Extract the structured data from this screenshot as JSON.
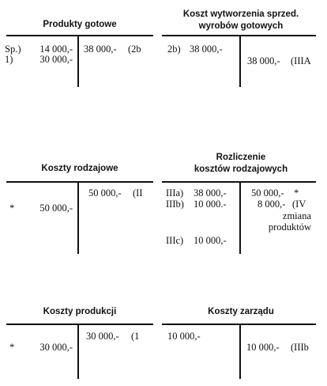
{
  "accounts": {
    "produkty_gotowe": {
      "title": "Produkty gotowe",
      "debit": [
        {
          "ref": "Sp.)",
          "amount": "14 000,-"
        },
        {
          "ref": "1)",
          "amount": "30 000,-"
        }
      ],
      "credit": [
        {
          "amount": "38 000,-",
          "ref": "(2b"
        }
      ]
    },
    "koszt_wytworzenia": {
      "title_line1": "Koszt wytworzenia sprzed.",
      "title_line2": "wyrobów gotowych",
      "debit": [
        {
          "ref": "2b)",
          "amount": "38 000,-"
        }
      ],
      "credit": [
        {
          "amount": "38 000,-",
          "ref": "(IIIA"
        }
      ]
    },
    "koszty_rodzajowe": {
      "title": "Koszty rodzajowe",
      "debit": [
        {
          "ref": "*",
          "amount": "50 000,-"
        }
      ],
      "credit": [
        {
          "amount": "50 000,-",
          "ref": "(II"
        }
      ]
    },
    "rozliczenie": {
      "title_line1": "Rozliczenie",
      "title_line2": "kosztów rodzajowych",
      "debit": [
        {
          "ref": "IIIa)",
          "amount": "38 000,-"
        },
        {
          "ref": "IIIb)",
          "amount": "10 000.-"
        },
        {
          "ref": "IIIc)",
          "amount": "10 000,-"
        }
      ],
      "credit": [
        {
          "amount": "50 000,-",
          "ref": "*"
        },
        {
          "amount": "8 000,-",
          "ref": "(IV"
        },
        {
          "text": "zmiana"
        },
        {
          "text": "produktów"
        }
      ]
    },
    "koszty_produkcji": {
      "title": "Koszty produkcji",
      "debit": [
        {
          "ref": "*",
          "amount": "30 000,-"
        }
      ],
      "credit": [
        {
          "amount": "30 000,-",
          "ref": "(1"
        }
      ]
    },
    "koszty_zarzadu": {
      "title": "Koszty zarządu",
      "debit": [
        {
          "amount": "10 000,-"
        }
      ],
      "credit": [
        {
          "amount": "10 000,-",
          "ref": "(IIIb"
        }
      ]
    }
  }
}
